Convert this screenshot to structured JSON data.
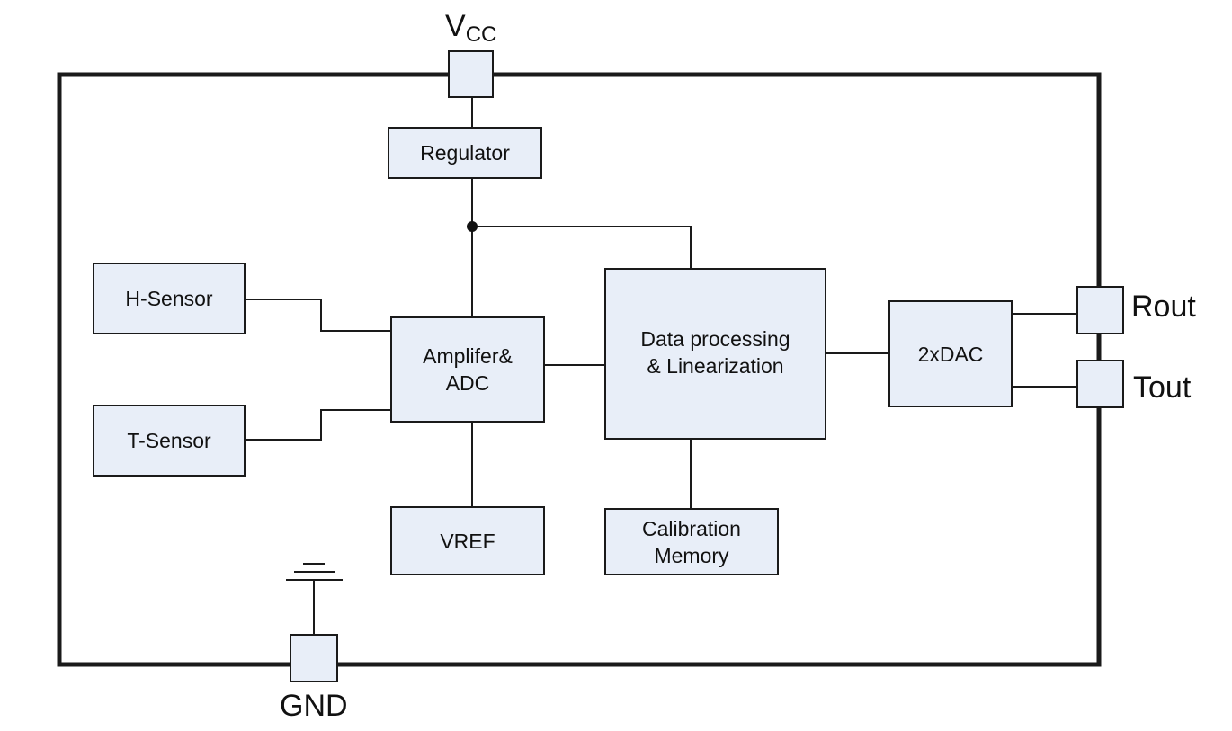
{
  "pins": {
    "vcc_main": "V",
    "vcc_sub": "CC",
    "gnd": "GND",
    "rout": "Rout",
    "tout": "Tout"
  },
  "blocks": {
    "regulator": "Regulator",
    "h_sensor": "H-Sensor",
    "t_sensor": "T-Sensor",
    "amplifier_line1": "Amplifer&",
    "amplifier_line2": "ADC",
    "data_processing_line1": "Data processing",
    "data_processing_line2": "& Linearization",
    "dac": "2xDAC",
    "vref": "VREF",
    "calibration_line1": "Calibration",
    "calibration_line2": "Memory"
  },
  "colors": {
    "block_fill": "#e8eef8",
    "stroke": "#1a1a1a"
  }
}
